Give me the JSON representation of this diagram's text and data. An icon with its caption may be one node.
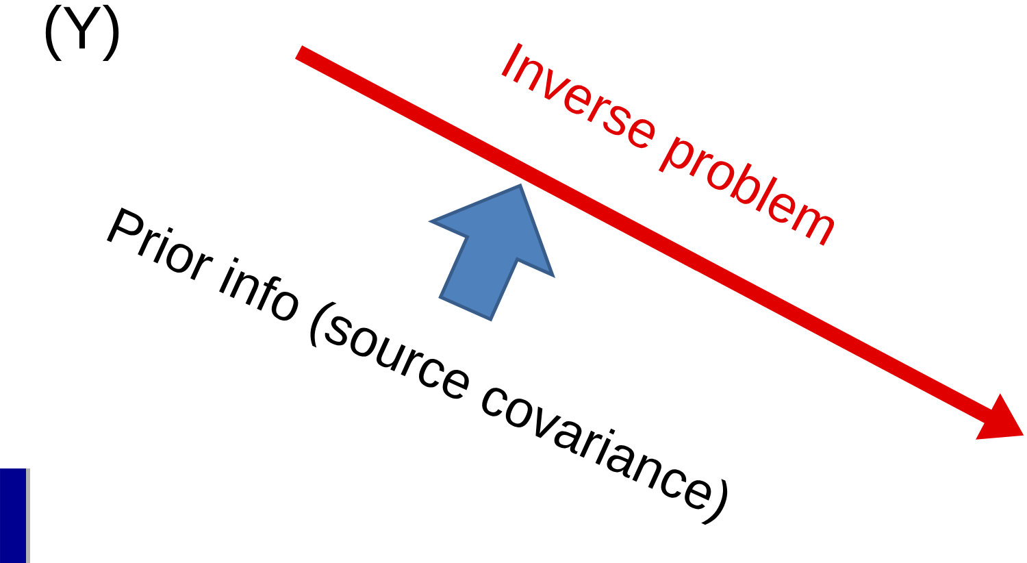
{
  "diagram": {
    "labels": [
      "(Y)",
      "Inverse problem",
      "Prior info (source covariance)"
    ]
  }
}
